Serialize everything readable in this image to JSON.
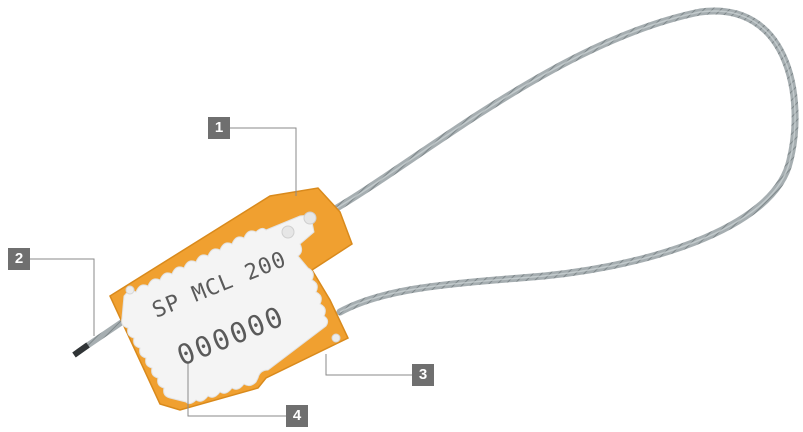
{
  "seal": {
    "model_text": "SP MCL 200",
    "serial_text": "000000"
  },
  "callouts": {
    "c1": "1",
    "c2": "2",
    "c3": "3",
    "c4": "4"
  },
  "colors": {
    "body_orange": "#f0a030",
    "insert_white": "#f4f4f4",
    "cable_gray": "#9aa3a6",
    "callout_bg": "#6f6f6f",
    "leader_line": "#8a8a8a",
    "engraving": "#5a5a5a"
  }
}
